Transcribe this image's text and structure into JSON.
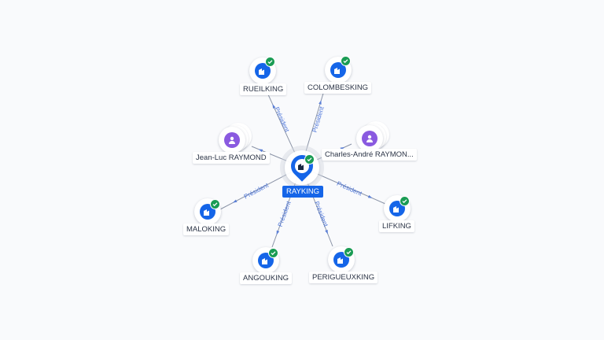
{
  "center": {
    "label": "RAYKING",
    "icon": "company-icon",
    "verified": true
  },
  "nodes": [
    {
      "id": "rueilking",
      "label": "RUEILKING",
      "type": "company",
      "verified": true
    },
    {
      "id": "colombesking",
      "label": "COLOMBESKING",
      "type": "company",
      "verified": true
    },
    {
      "id": "jean-luc-raymond",
      "label": "Jean-Luc RAYMOND",
      "type": "person",
      "verified": false
    },
    {
      "id": "charles-andre-raymond",
      "label": "Charles-André RAYMON...",
      "type": "person",
      "verified": false
    },
    {
      "id": "maloking",
      "label": "MALOKING",
      "type": "company",
      "verified": true
    },
    {
      "id": "lifking",
      "label": "LIFKING",
      "type": "company",
      "verified": true
    },
    {
      "id": "angouking",
      "label": "ANGOUKING",
      "type": "company",
      "verified": true
    },
    {
      "id": "perigueuxking",
      "label": "PERIGUEUXKING",
      "type": "company",
      "verified": true
    }
  ],
  "edges": [
    {
      "to": "rueilking",
      "label": "Président"
    },
    {
      "to": "colombesking",
      "label": "Président"
    },
    {
      "to": "jean-luc-raymond",
      "label": ""
    },
    {
      "to": "charles-andre-raymond",
      "label": ""
    },
    {
      "to": "maloking",
      "label": "Président"
    },
    {
      "to": "lifking",
      "label": "Président"
    },
    {
      "to": "angouking",
      "label": "Président"
    },
    {
      "to": "perigueuxking",
      "label": "Président"
    }
  ],
  "colors": {
    "company": "#1565e8",
    "person": "#8a5ae0",
    "verified": "#1a9c54",
    "edge_label": "#4b74d9",
    "edge_line": "#8a93a6"
  }
}
